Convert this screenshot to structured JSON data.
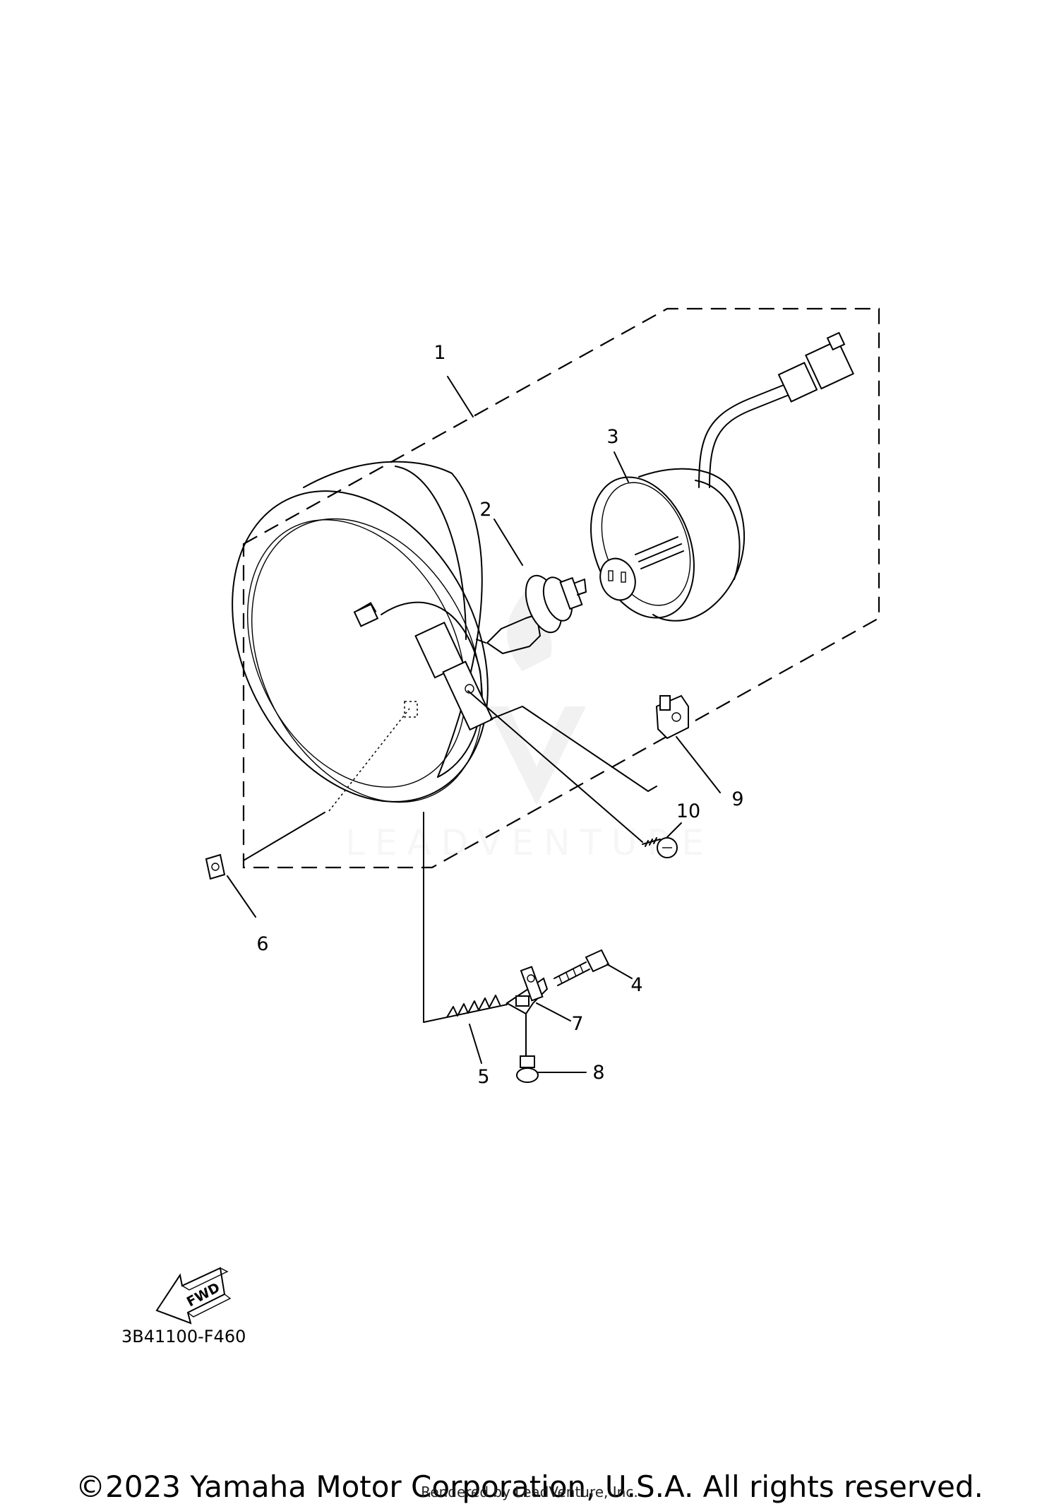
{
  "diagram": {
    "callouts": [
      "1",
      "2",
      "3",
      "4",
      "5",
      "6",
      "7",
      "8",
      "9",
      "10"
    ],
    "fwd_label": "FWD",
    "reference_code": "3B41100-F460"
  },
  "watermark": {
    "text": "LEADVENTURE"
  },
  "footer": {
    "copyright": "©2023 Yamaha Motor Corporation, U.S.A. All rights reserved.",
    "rendered_by": "Rendered by LeadVenture, Inc."
  }
}
